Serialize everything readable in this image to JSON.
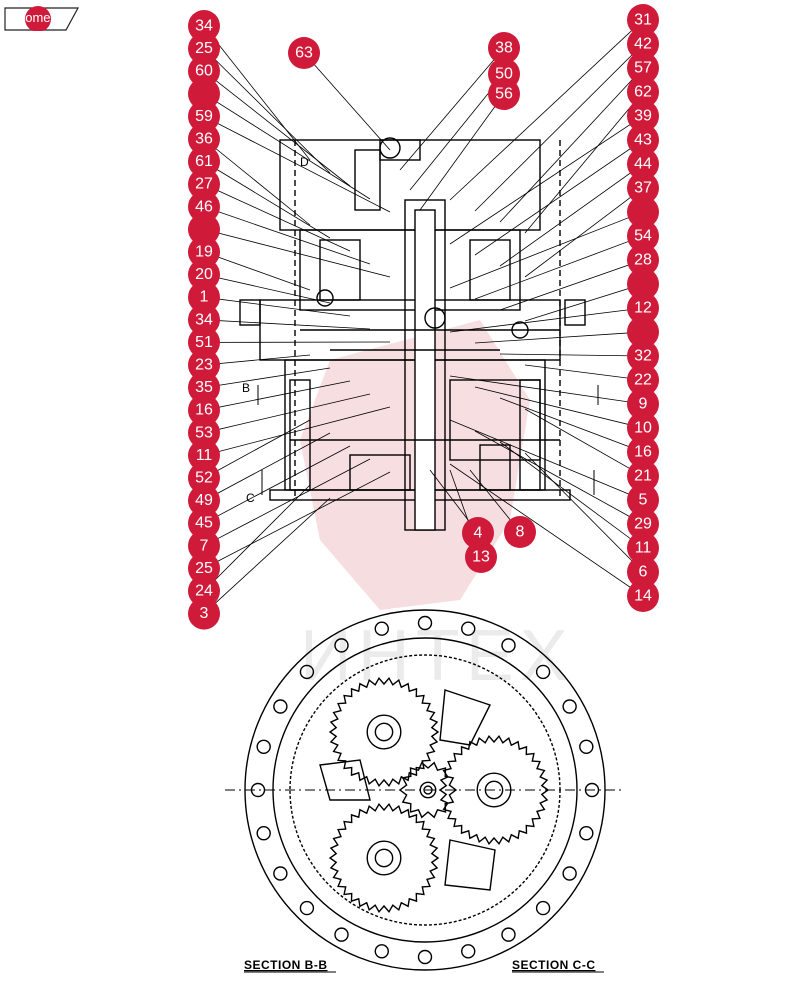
{
  "nav": {
    "home_label": "home"
  },
  "accent_color": "#d01a3a",
  "watermark": "ИНТЕХ",
  "sections": {
    "bb": "SECTION  B-B",
    "cc": "SECTION  C-C"
  },
  "section_marks": {
    "b": "B",
    "c": "C",
    "d": "D"
  },
  "callouts_left": [
    "34",
    "25",
    "60",
    "",
    "59",
    "36",
    "61",
    "27",
    "46",
    "",
    "19",
    "20",
    "1",
    "34",
    "51",
    "23",
    "35",
    "16",
    "53",
    "11",
    "52",
    "49",
    "45",
    "7",
    "25",
    "24",
    "3"
  ],
  "callouts_top": [
    "63",
    "38",
    "50",
    "56"
  ],
  "callouts_right": [
    "31",
    "42",
    "57",
    "62",
    "39",
    "43",
    "44",
    "37",
    "",
    "54",
    "28",
    "",
    "12",
    "",
    "32",
    "22",
    "9",
    "10",
    "16",
    "21",
    "5",
    "29",
    "11",
    "6",
    "14"
  ],
  "callouts_bottom": [
    "4",
    "13",
    "8"
  ]
}
